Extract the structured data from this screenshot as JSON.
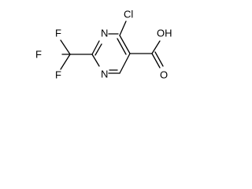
{
  "molecule": {
    "labels": {
      "cl": "Cl",
      "n_top": "N",
      "n_bottom": "N",
      "oh": "OH",
      "o": "O",
      "f_top": "F",
      "f_left": "F",
      "f_bottom": "F"
    },
    "colors": {
      "bond": "#000000",
      "text": "#000000",
      "background": "#ffffff"
    }
  }
}
